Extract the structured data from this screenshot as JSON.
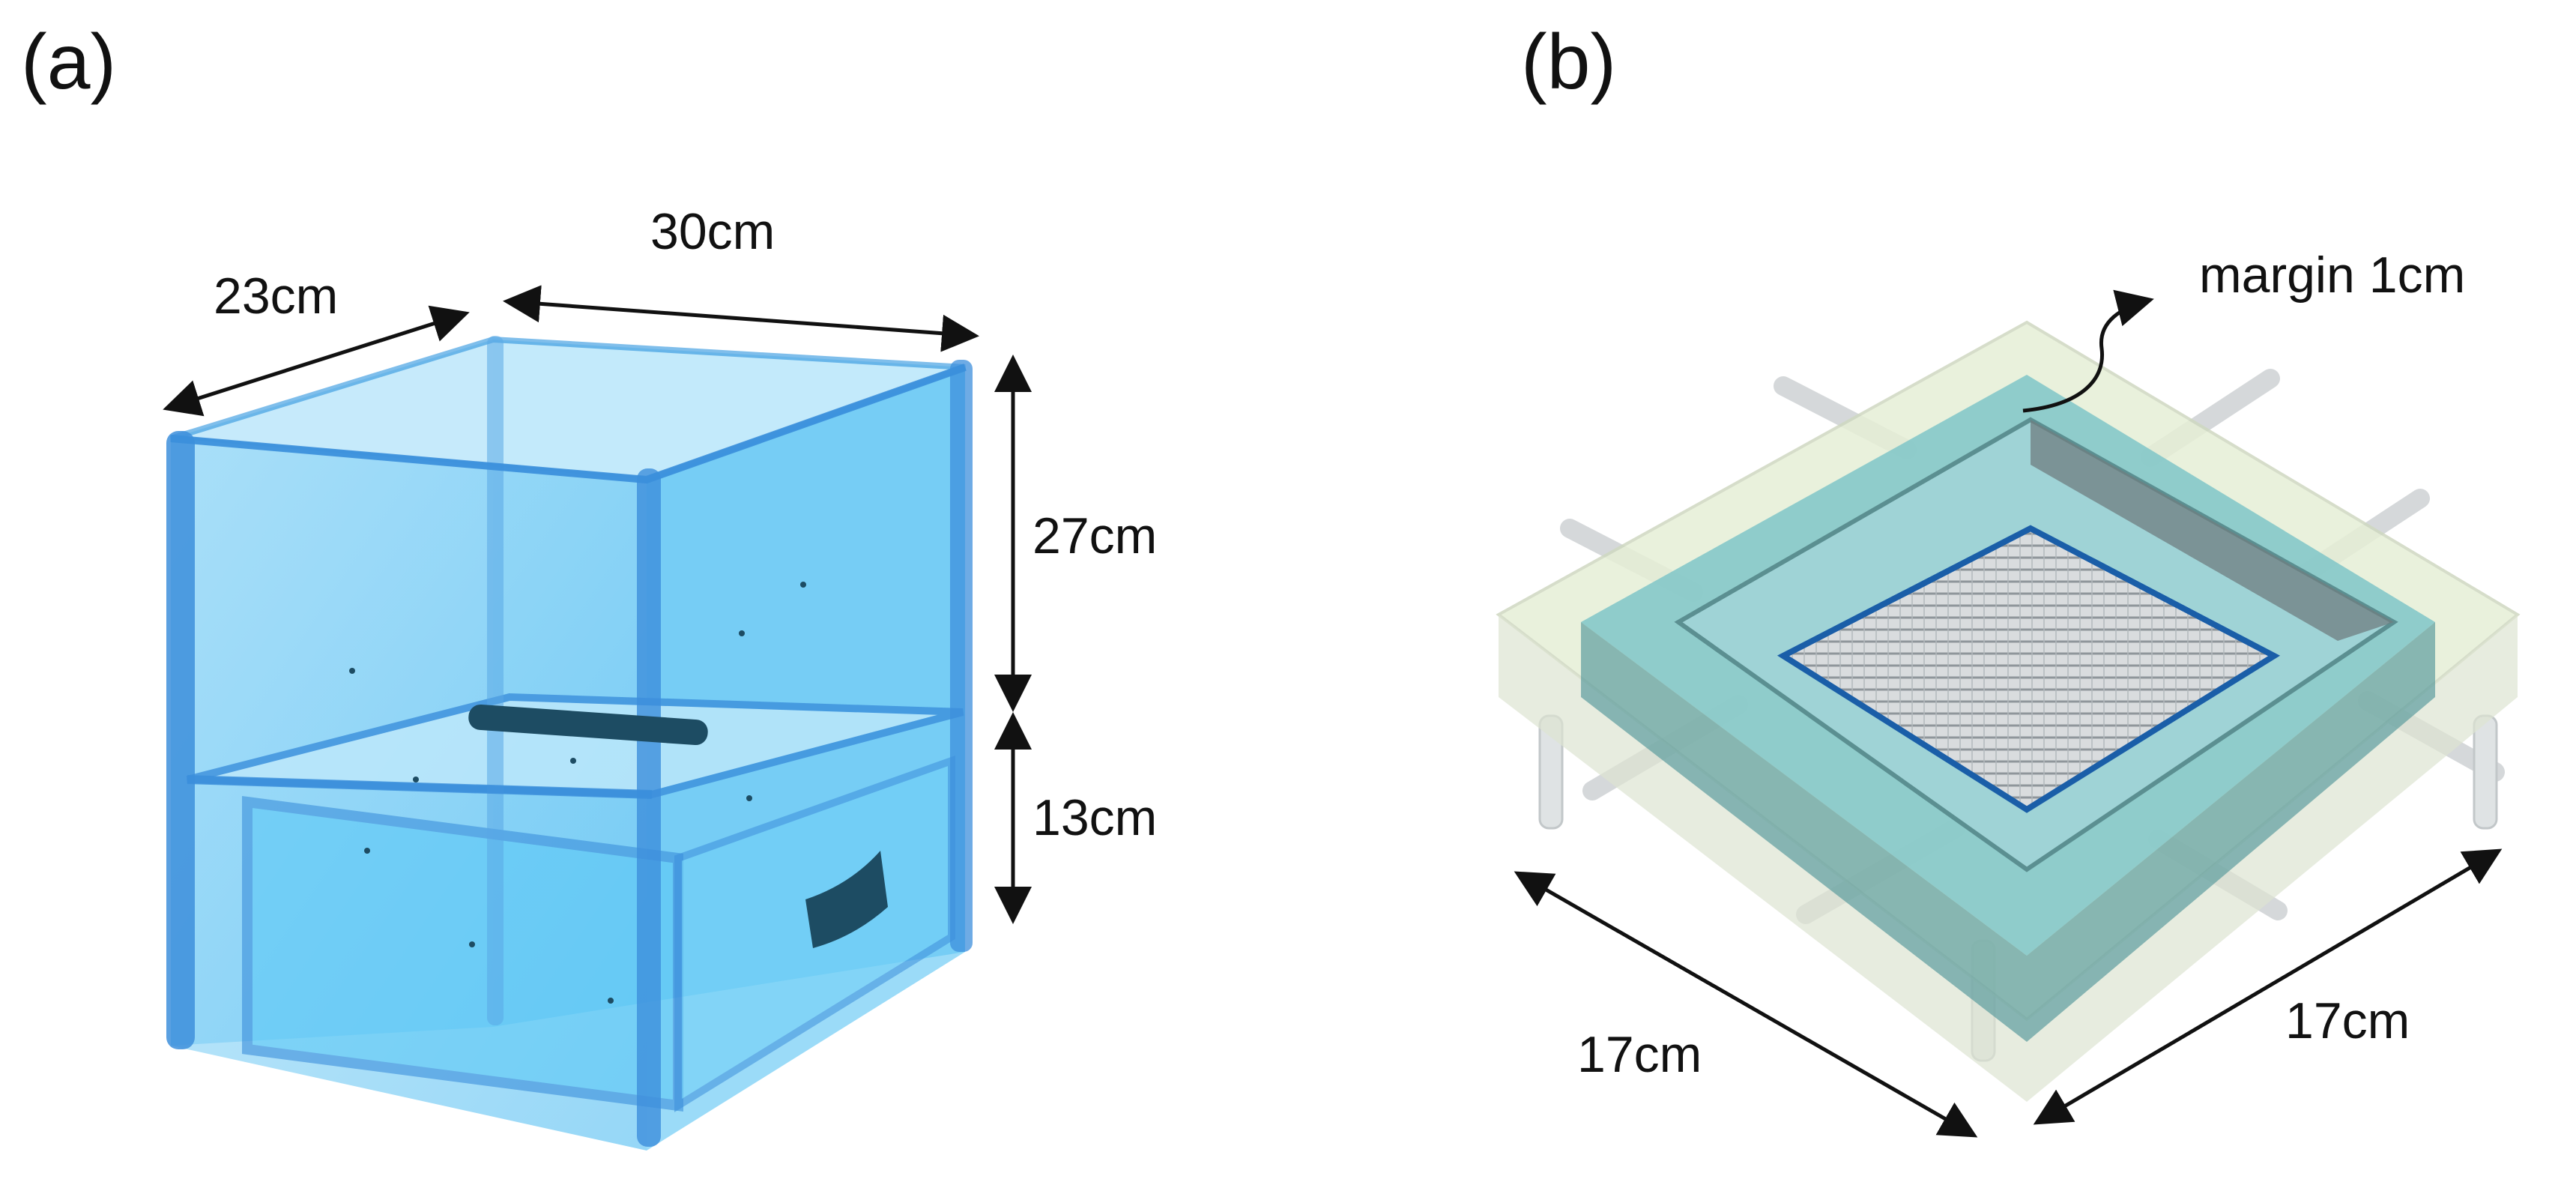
{
  "panels": [
    {
      "id": "a",
      "label": "(a)"
    },
    {
      "id": "b",
      "label": "(b)"
    }
  ],
  "panel_a": {
    "dimensions": {
      "depth": "23cm",
      "width": "30cm",
      "upper_height": "27cm",
      "lower_height": "13cm"
    }
  },
  "panel_b": {
    "dimensions": {
      "margin": "margin 1cm",
      "side_left": "17cm",
      "side_right": "17cm"
    }
  },
  "colors": {
    "box_face": "#5cc4f5",
    "box_face_light": "#bfe7fb",
    "box_edge": "#3b8fdc",
    "handle": "#1d4c63",
    "tray_outer": "#e6efd6",
    "tray_inner": "#7fc6c8",
    "mesh": "#cfd3d6",
    "mesh_border": "#1a5ea8",
    "arrow": "#111111"
  }
}
